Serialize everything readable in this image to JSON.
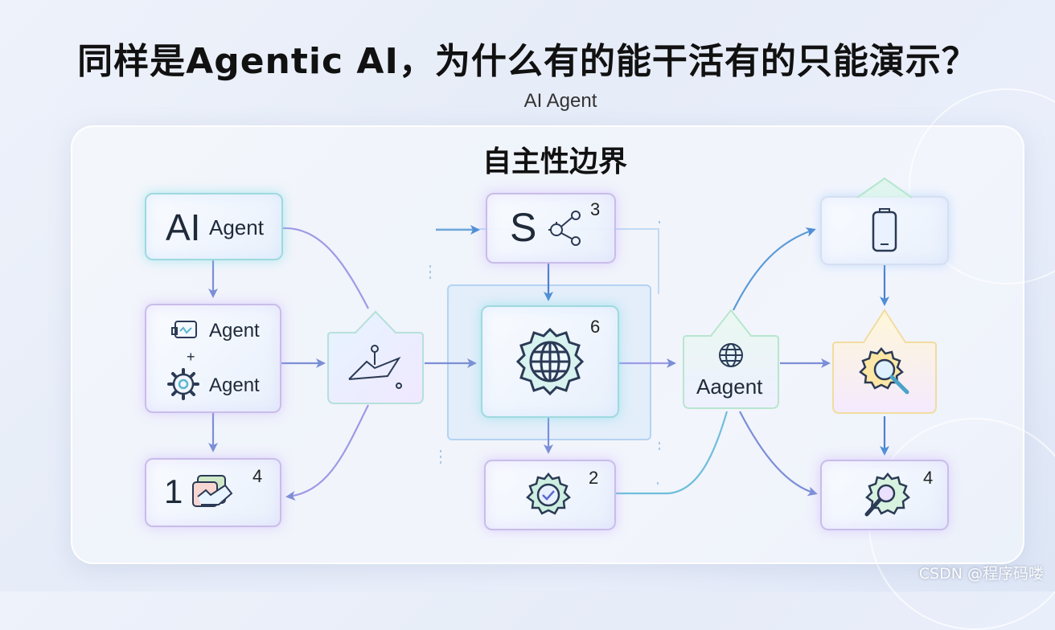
{
  "title": "同样是Agentic AI，为什么有的能干活有的只能演示？",
  "subtitle": "AI Agent",
  "panel_title": "自主性边界",
  "nodes": {
    "ai_agent": {
      "big": "AI",
      "label": "Agent"
    },
    "agent_plus_agent": {
      "top_label": "Agent",
      "plus": "+",
      "bottom_label": "Agent"
    },
    "bottom_left": {
      "big": "1",
      "number": "4"
    },
    "top_center": {
      "big": "S",
      "number": "3"
    },
    "center_globe": {
      "number": "6"
    },
    "bottom_center": {
      "number": "2"
    },
    "aagent_hub": {
      "label": "Aagent"
    },
    "bottom_right": {
      "number": "4"
    }
  },
  "icons": [
    "terminal-icon",
    "gear-icon",
    "document-stack-icon",
    "share-nodes-icon",
    "globe-gear-icon",
    "gear-check-icon",
    "globe-icon",
    "phone-icon",
    "gear-search-icon",
    "gear-magnify-icon",
    "route-graph-icon"
  ],
  "colors": {
    "arrow": "#7b8fd6",
    "text": "#1f2a3a",
    "accent_teal": "#53c8d4"
  },
  "watermark": "CSDN @程序码喽"
}
